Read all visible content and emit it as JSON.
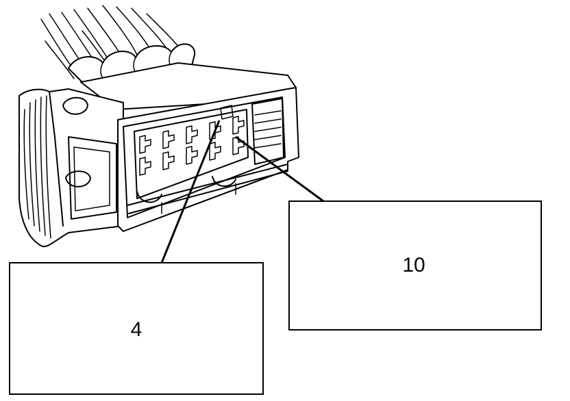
{
  "callouts": [
    {
      "id": "pin-4",
      "label": "4"
    },
    {
      "id": "pin-10",
      "label": "10"
    }
  ],
  "colors": {
    "ink": "#000000",
    "paper": "#ffffff"
  }
}
